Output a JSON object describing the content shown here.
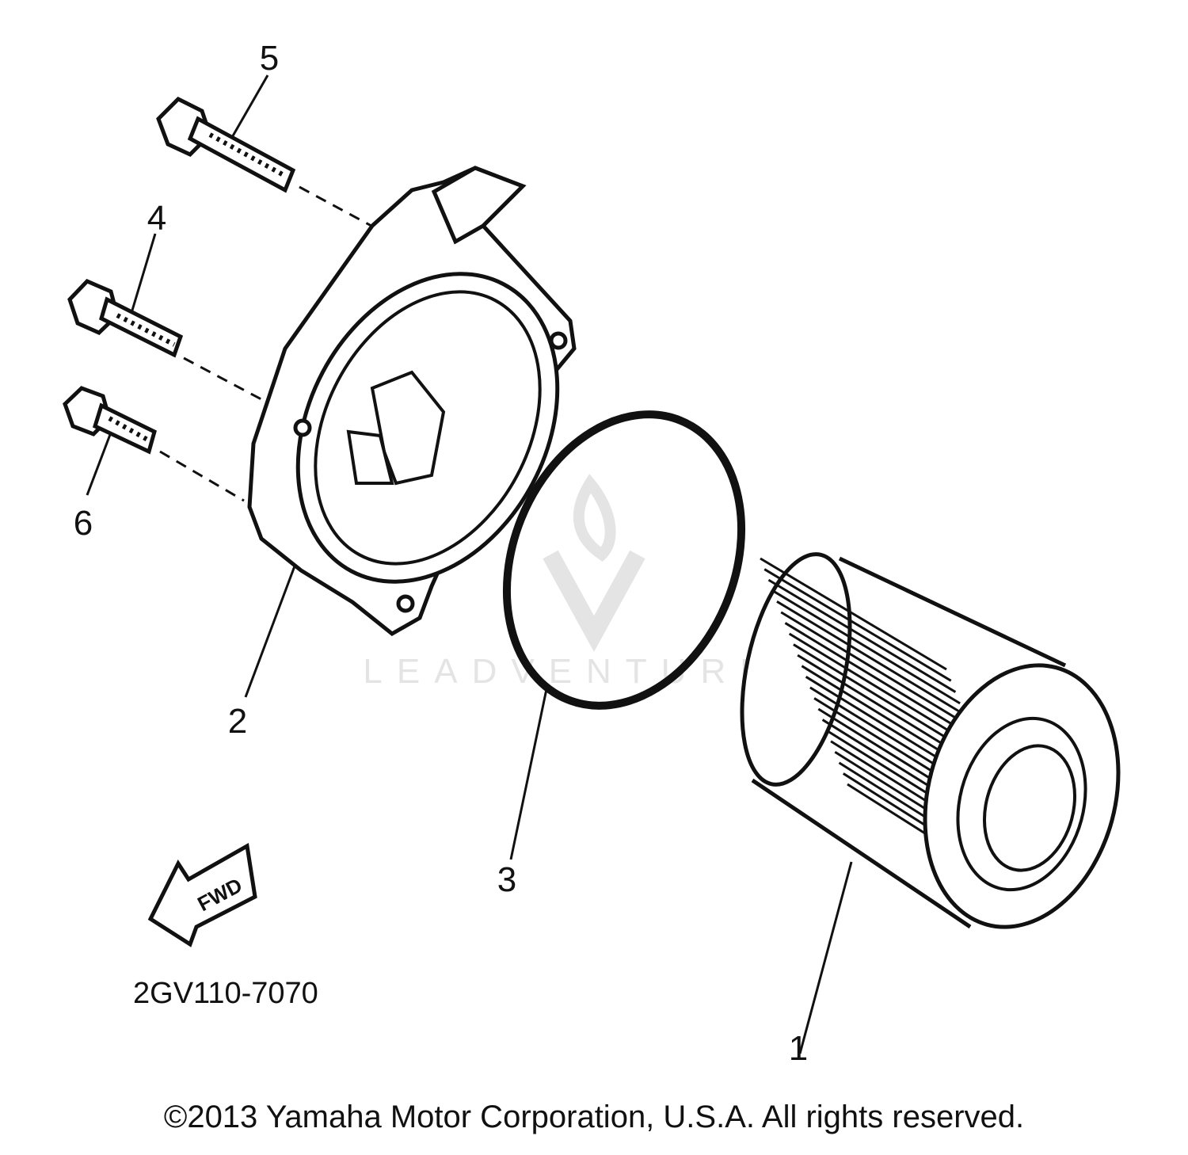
{
  "diagram": {
    "callouts": [
      {
        "id": "1",
        "label": "1"
      },
      {
        "id": "2",
        "label": "2"
      },
      {
        "id": "3",
        "label": "3"
      },
      {
        "id": "4",
        "label": "4"
      },
      {
        "id": "5",
        "label": "5"
      },
      {
        "id": "6",
        "label": "6"
      }
    ],
    "fwd_label": "FWD",
    "diagram_code": "2GV110-7070",
    "watermark": "LEADVENTURE",
    "copyright": "©2013 Yamaha Motor Corporation, U.S.A. All rights reserved."
  },
  "colors": {
    "line": "#111111",
    "watermark": "#e4e4e4",
    "background": "#ffffff"
  }
}
